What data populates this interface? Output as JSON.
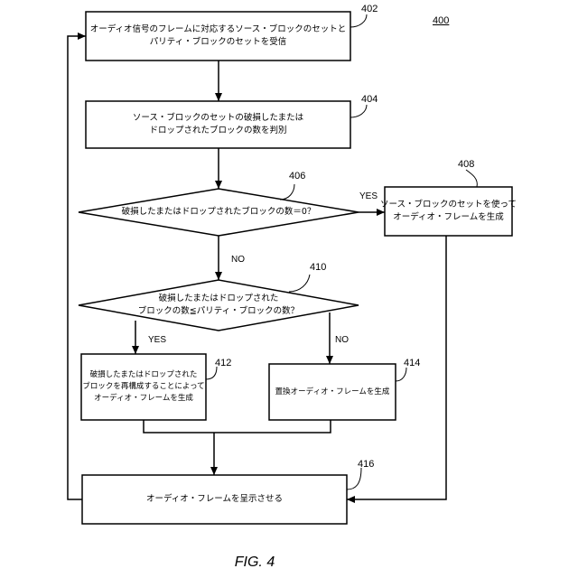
{
  "figure": {
    "number": "400",
    "caption": "FIG. 4"
  },
  "nodes": {
    "n402": {
      "ref": "402",
      "lines": [
        "オーディオ信号のフレームに対応するソース・ブロックのセットと",
        "パリティ・ブロックのセットを受信"
      ]
    },
    "n404": {
      "ref": "404",
      "lines": [
        "ソース・ブロックのセットの破損したまたは",
        "ドロップされたブロックの数を判別"
      ]
    },
    "n406": {
      "ref": "406",
      "lines": [
        "破損したまたはドロップされたブロックの数＝0？"
      ]
    },
    "n408": {
      "ref": "408",
      "lines": [
        "ソース・ブロックのセットを使って",
        "オーディオ・フレームを生成"
      ]
    },
    "n410": {
      "ref": "410",
      "lines": [
        "破損したまたはドロップされた",
        "ブロックの数≦パリティ・ブロックの数？"
      ]
    },
    "n412": {
      "ref": "412",
      "lines": [
        "破損したまたはドロップされた",
        "ブロックを再構成することによって",
        "オーディオ・フレームを生成"
      ]
    },
    "n414": {
      "ref": "414",
      "lines": [
        "置換オーディオ・フレームを生成"
      ]
    },
    "n416": {
      "ref": "416",
      "lines": [
        "オーディオ・フレームを呈示させる"
      ]
    }
  },
  "edge_labels": {
    "yes_406": "YES",
    "no_406": "NO",
    "yes_410": "YES",
    "no_410": "NO"
  }
}
